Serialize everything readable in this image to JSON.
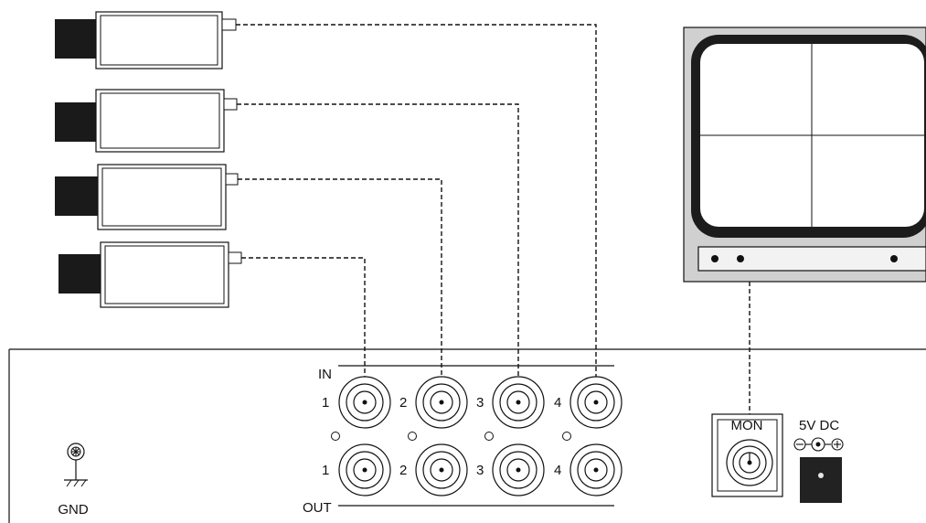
{
  "labels": {
    "in": "IN",
    "out": "OUT",
    "mon": "MON",
    "power": "5V DC",
    "gnd": "GND",
    "input_numbers": [
      "1",
      "2",
      "3",
      "4"
    ],
    "output_numbers": [
      "1",
      "2",
      "3",
      "4"
    ]
  },
  "colors": {
    "line": "#111111",
    "monitor_body": "#d0d0d0",
    "monitor_frame": "#111111",
    "lens": "#1a1a1a",
    "panel_bg": "#ffffff",
    "power_jack": "#222222"
  },
  "icons": {
    "ground": "ground-symbol-icon",
    "screw": "screw-icon",
    "polarity": "power-polarity-icon"
  }
}
